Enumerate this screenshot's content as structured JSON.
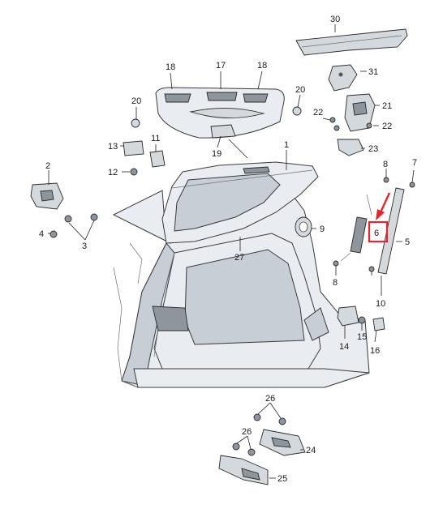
{
  "labels": {
    "l1": "1",
    "l2": "2",
    "l3": "3",
    "l4": "4",
    "l5": "5",
    "l6": "6",
    "l7": "7",
    "l8a": "8",
    "l8b": "8",
    "l9": "9",
    "l10": "10",
    "l11": "11",
    "l12": "12",
    "l13": "13",
    "l14": "14",
    "l15": "15",
    "l16": "16",
    "l17": "17",
    "l18a": "18",
    "l18b": "18",
    "l19": "19",
    "l20a": "20",
    "l20b": "20",
    "l21": "21",
    "l22a": "22",
    "l22b": "22",
    "l23": "23",
    "l24": "24",
    "l25": "25",
    "l26a": "26",
    "l26b": "26",
    "l27": "27",
    "l30": "30",
    "l31": "31"
  },
  "highlight": {
    "part_number": "6",
    "box_color": "#e3262d",
    "arrow_color": "#e3262d"
  }
}
